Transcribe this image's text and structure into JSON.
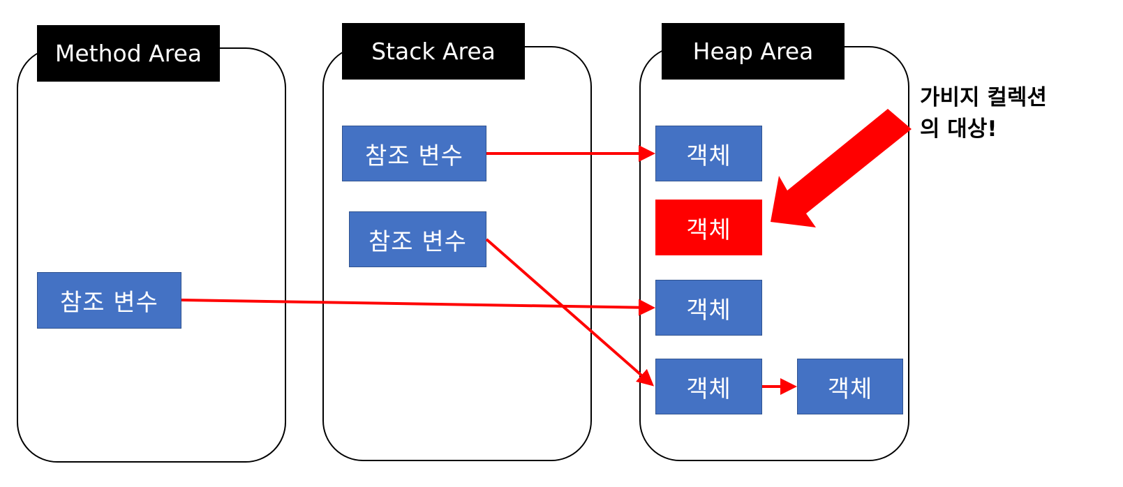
{
  "areas": {
    "method": {
      "label": "Method Area"
    },
    "stack": {
      "label": "Stack Area"
    },
    "heap": {
      "label": "Heap Area"
    }
  },
  "method_area": {
    "ref_var": "참조 변수"
  },
  "stack_area": {
    "ref_var_1": "참조 변수",
    "ref_var_2": "참조 변수"
  },
  "heap_area": {
    "obj_1": "객체",
    "obj_gc": "객체",
    "obj_3": "객체",
    "obj_4": "객체",
    "obj_5": "객체"
  },
  "gc_annotation": "가비지 컬렉션\n의 대상!",
  "colors": {
    "box_fill": "#4472c4",
    "gc_fill": "#ff0000",
    "arrow": "#ff0000"
  }
}
